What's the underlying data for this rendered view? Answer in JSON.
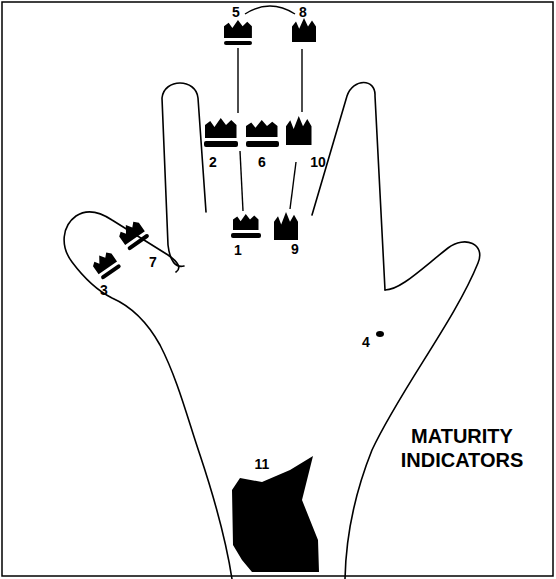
{
  "diagram": {
    "title": "MATURITY INDICATORS",
    "labels": [
      "5",
      "8",
      "2",
      "6",
      "10",
      "7",
      "3",
      "1",
      "9",
      "4",
      "11"
    ]
  }
}
